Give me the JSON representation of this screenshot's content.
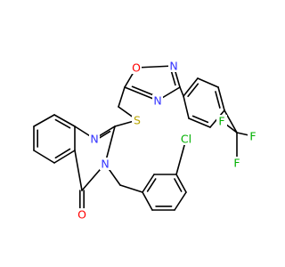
{
  "colors": {
    "background": "#ffffff",
    "bond": "#000000",
    "nitrogen": "#3333ff",
    "oxygen": "#ff0000",
    "sulfur": "#b8a400",
    "chlorine": "#00b000",
    "fluorine": "#00b000"
  },
  "atoms": {
    "S": {
      "text": "S",
      "element": "sulfur"
    },
    "N_pyr": {
      "text": "N",
      "element": "nitrogen"
    },
    "N_amide": {
      "text": "N",
      "element": "nitrogen"
    },
    "O_carbonyl": {
      "text": "O",
      "element": "oxygen"
    },
    "Cl": {
      "text": "Cl",
      "element": "chlorine"
    },
    "O_ring": {
      "text": "O",
      "element": "oxygen"
    },
    "N_ring_top": {
      "text": "N",
      "element": "nitrogen"
    },
    "N_ring_bottom": {
      "text": "N",
      "element": "nitrogen"
    },
    "F_top": {
      "text": "F",
      "element": "fluorine"
    },
    "F_right": {
      "text": "F",
      "element": "fluorine"
    },
    "F_bottom": {
      "text": "F",
      "element": "fluorine"
    }
  }
}
